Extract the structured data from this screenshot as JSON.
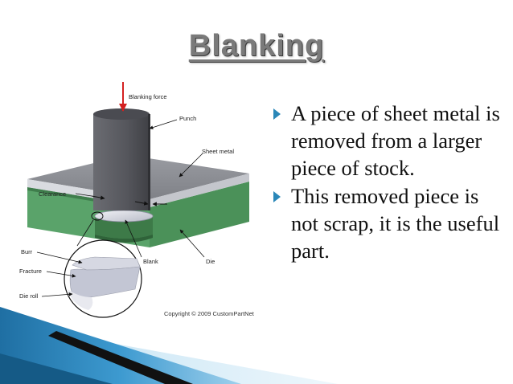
{
  "title": "Blanking",
  "figure_labels": {
    "blanking_force": "Blanking force",
    "punch": "Punch",
    "sheet_metal": "Sheet metal",
    "clearance": "Clearance",
    "burr": "Burr",
    "blank": "Blank",
    "die": "Die",
    "fracture": "Fracture",
    "die_roll": "Die roll",
    "copyright": "Copyright © 2009 CustomPartNet"
  },
  "bullets": [
    "A piece of sheet metal is removed from a larger piece of stock.",
    "This removed piece is not scrap, it is the useful part."
  ],
  "colors": {
    "bullet_accent": "#2a87b8",
    "die_green": "#5aa36a",
    "sheet_gray": "#8a8c92",
    "punch_gray": "#5f6066",
    "force_arrow": "#d42020"
  }
}
